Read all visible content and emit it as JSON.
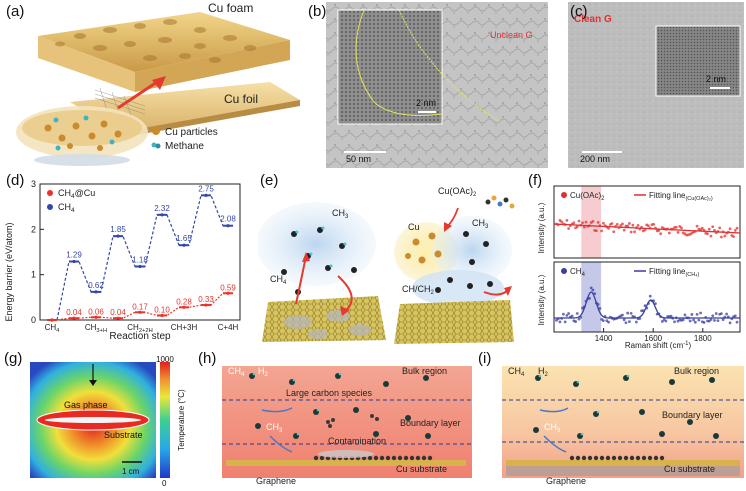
{
  "panel_labels": {
    "a": "(a)",
    "b": "(b)",
    "c": "(c)",
    "d": "(d)",
    "e": "(e)",
    "f": "(f)",
    "g": "(g)",
    "h": "(h)",
    "i": "(i)"
  },
  "panel_a": {
    "top_label": "Cu foam",
    "bottom_label": "Cu foil",
    "legend_particles": "Cu particles",
    "legend_methane": "Methane"
  },
  "panel_b": {
    "tag": "Unclean G",
    "inset_scale": "2 nm",
    "scale": "50 nm"
  },
  "panel_c": {
    "tag": "Clean G",
    "inset_scale": "2 nm",
    "scale": "200 nm"
  },
  "panel_e": {
    "left_ch3": "CH",
    "left_ch3_sub": "3",
    "left_ch4": "CH",
    "left_ch4_sub": "4",
    "reagent": "Cu(OAc)",
    "reagent_sub": "2",
    "cu": "Cu",
    "right_ch3": "CH",
    "right_ch3_sub": "3",
    "right_chch2": "CH/CH",
    "right_chch2_sub": "2"
  },
  "panel_g": {
    "gas_phase": "Gas phase",
    "substrate": "Substrate",
    "scale": "1 cm",
    "colorbar_label": "Temperature (°C)",
    "colorbar_max": "1000",
    "colorbar_min": "0"
  },
  "panel_h": {
    "ch4": "CH",
    "ch4_sub": "4",
    "h2": "H",
    "h2_sub": "2",
    "bulk": "Bulk region",
    "large_carbon": "Large carbon species",
    "boundary": "Boundary layer",
    "ch3": "CH",
    "ch3_sub": "3",
    "contamination": "Contamination",
    "cu_substrate": "Cu substrate",
    "graphene": "Graphene"
  },
  "panel_i": {
    "ch4": "CH",
    "ch4_sub": "4",
    "h2": "H",
    "h2_sub": "2",
    "bulk": "Bulk region",
    "boundary": "Boundary layer",
    "ch3": "CH",
    "ch3_sub": "3",
    "cu_substrate": "Cu substrate",
    "graphene": "Graphene"
  },
  "colors": {
    "ch4_at_cu": "#e8332a",
    "ch4": "#3446a8",
    "fit_red": "#e03030",
    "fit_blue": "#3a3fa0"
  },
  "chart_data": [
    {
      "id": "d",
      "type": "line",
      "xlabel": "Reaction step",
      "ylabel": "Energy barrier (eV/atom)",
      "ylim": [
        0,
        3
      ],
      "yticks": [
        "0",
        "1",
        "2",
        "3"
      ],
      "categories": [
        "CH",
        "CH",
        "CH",
        "CH+3H",
        "C+4H"
      ],
      "category_subs": [
        "4",
        "3+H",
        "2+2H",
        "",
        ""
      ],
      "legend": [
        {
          "name": "CH",
          "sub": "4",
          "suffix": "@Cu"
        },
        {
          "name": "CH",
          "sub": "4",
          "suffix": ""
        }
      ],
      "series": [
        {
          "key": "ch4",
          "values": [
            0,
            1.29,
            0.62,
            1.85,
            1.18,
            2.32,
            1.65,
            2.75,
            2.08
          ],
          "labels": [
            "",
            "1.29",
            "0.62",
            "1.85",
            "1.18",
            "2.32",
            "1.65",
            "2.75",
            "2.08"
          ]
        },
        {
          "key": "ch4cu",
          "values": [
            0,
            0.04,
            0.06,
            0.04,
            0.17,
            0.1,
            0.28,
            0.33,
            0.59
          ],
          "labels": [
            "",
            "0.04",
            "0.06",
            "0.04",
            "0.17",
            "0.10",
            "0.28",
            "0.33",
            "0.59"
          ]
        }
      ]
    },
    {
      "id": "f",
      "type": "scatter",
      "xlabel": "Raman shift (cm",
      "xlabel_sup": "-1",
      "xlabel_end": ")",
      "ylabel_top": "Intensity (a.u.)",
      "ylabel_bottom": "Intensity (a.u.)",
      "xlim": [
        1200,
        1950
      ],
      "xticks": [
        "1400",
        "1600",
        "1800"
      ],
      "legend_top": {
        "series": "Cu(OAc)",
        "series_sub": "2",
        "fit": "Fitting line",
        "fit_sub": "(Cu(OAc)₂)"
      },
      "legend_bottom": {
        "series": "CH",
        "series_sub": "4",
        "fit": "Fitting line",
        "fit_sub": "(CH₄)"
      },
      "peaks_bottom": [
        1350,
        1590
      ]
    }
  ]
}
